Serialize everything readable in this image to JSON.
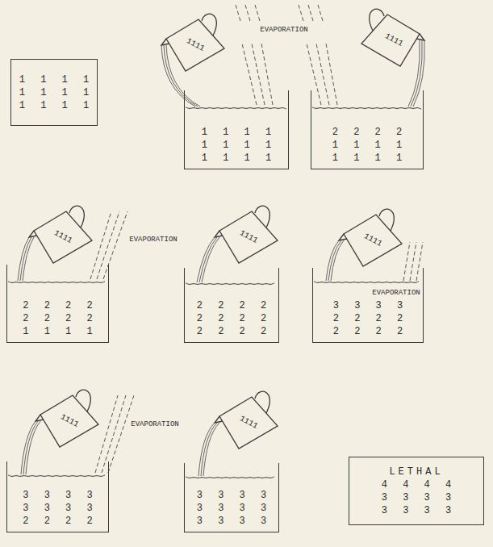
{
  "diagram": {
    "nodes": [
      {
        "text": [
          "1 1 1 1",
          "1 1 1 1",
          "1 1 1 1"
        ]
      },
      {
        "text": [
          "1111"
        ]
      },
      {
        "text": [
          "1 1 1 1",
          "1 1 1 1",
          "1 1 1 1"
        ]
      },
      {
        "text": [
          "1111"
        ]
      },
      {
        "text": [
          "2 2 2 2",
          "1 1 1 1",
          "1 1 1 1"
        ]
      },
      {
        "text": [
          "1111"
        ]
      },
      {
        "text": [
          "2 2 2 2",
          "2 2 2 2",
          "1 1 1 1"
        ]
      },
      {
        "text": [
          "1111"
        ]
      },
      {
        "text": [
          "2 2 2 2",
          "2 2 2 2",
          "2 2 2 2"
        ]
      },
      {
        "text": [
          "1111"
        ]
      },
      {
        "text": [
          "3 3 3 3",
          "2 2 2 2",
          "2 2 2 2"
        ]
      },
      {
        "text": [
          "1111"
        ]
      },
      {
        "text": [
          "3 3 3 3",
          "3 3 3 3",
          "2 2 2 2"
        ]
      },
      {
        "text": [
          "1111"
        ]
      },
      {
        "text": [
          "3 3 3 3",
          "3 3 3 3",
          "3 3 3 3"
        ]
      },
      {
        "text": [
          "LETHAL",
          "4 4 4 4",
          "3 3 3 3",
          "3 3 3 3"
        ]
      }
    ],
    "labels": [
      "EVAPORATION",
      "EVAPORATION",
      "EVAPORATION",
      "EVAPORATION"
    ]
  }
}
